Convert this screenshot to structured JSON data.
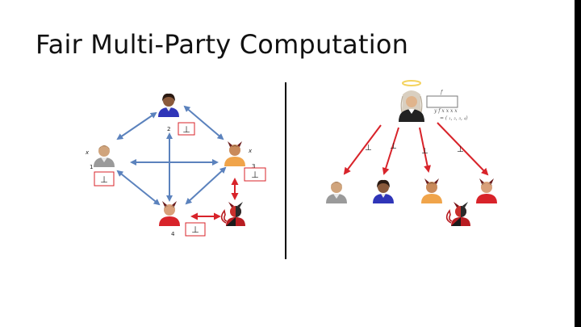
{
  "slide": {
    "title": "Fair Multi-Party Computation"
  },
  "left_panel": {
    "parties": [
      {
        "id": "1",
        "number": "1",
        "input": "x",
        "output": "⊥",
        "role": "honest",
        "color": "gray"
      },
      {
        "id": "2",
        "number": "2",
        "input": "",
        "output": "⊥",
        "role": "honest",
        "color": "blue"
      },
      {
        "id": "3",
        "number": "3",
        "input": "x",
        "output": "⊥",
        "role": "corrupt",
        "color": "orange"
      },
      {
        "id": "4",
        "number": "4",
        "input": "",
        "output": "⊥",
        "role": "corrupt",
        "color": "red"
      }
    ],
    "adversary": {
      "role": "adversary"
    }
  },
  "right_panel": {
    "trusted_party": {
      "role": "trusted-party-with-halo"
    },
    "function_box": {
      "label": "f"
    },
    "function_inputs": "y  f x  x  x  x",
    "function_formula": "= ( ₁, ₂, ₃, ₄)",
    "outputs": [
      "⊥",
      "⊥",
      "⊥",
      "⊥"
    ],
    "recipients": [
      {
        "role": "honest",
        "color": "gray"
      },
      {
        "role": "honest",
        "color": "blue"
      },
      {
        "role": "corrupt",
        "color": "orange"
      },
      {
        "role": "corrupt",
        "color": "red"
      }
    ],
    "adversary": {
      "role": "adversary"
    }
  },
  "colors": {
    "connection": "#5b82bd",
    "adversary_arrow": "#d8232a",
    "output_box_border": "#d8232a",
    "divider": "#000000",
    "halo": "#f4d35e"
  }
}
